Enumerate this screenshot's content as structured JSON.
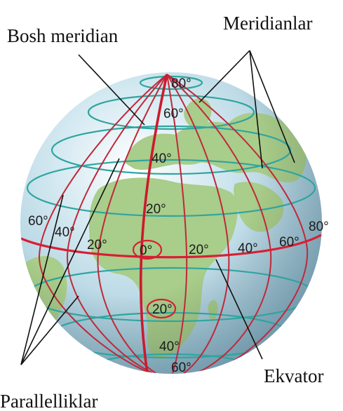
{
  "labels": {
    "prime_meridian": "Bosh meridian",
    "meridians": "Meridianlar",
    "parallels": "Parallelliklar",
    "equator": "Ekvator"
  },
  "degrees": {
    "lat_n80": "80°",
    "lat_n60": "60°",
    "lat_n40": "40°",
    "lat_n20": "20°",
    "origin": "0°",
    "lat_s20": "20°",
    "lat_s40": "40°",
    "lat_s60": "60°",
    "lon_w20": "20°",
    "lon_w40": "40°",
    "lon_w60": "60°",
    "lon_e20": "20°",
    "lon_e40": "40°",
    "lon_e60": "60°",
    "lon_e80": "80°"
  },
  "colors": {
    "ocean": "#b9d8e6",
    "land": "#a9cd8a",
    "grid_parallel": "#2ea5a0",
    "grid_meridian": "#c0283a",
    "equator": "#d81f34",
    "prime_meridian": "#cc1a2e"
  }
}
